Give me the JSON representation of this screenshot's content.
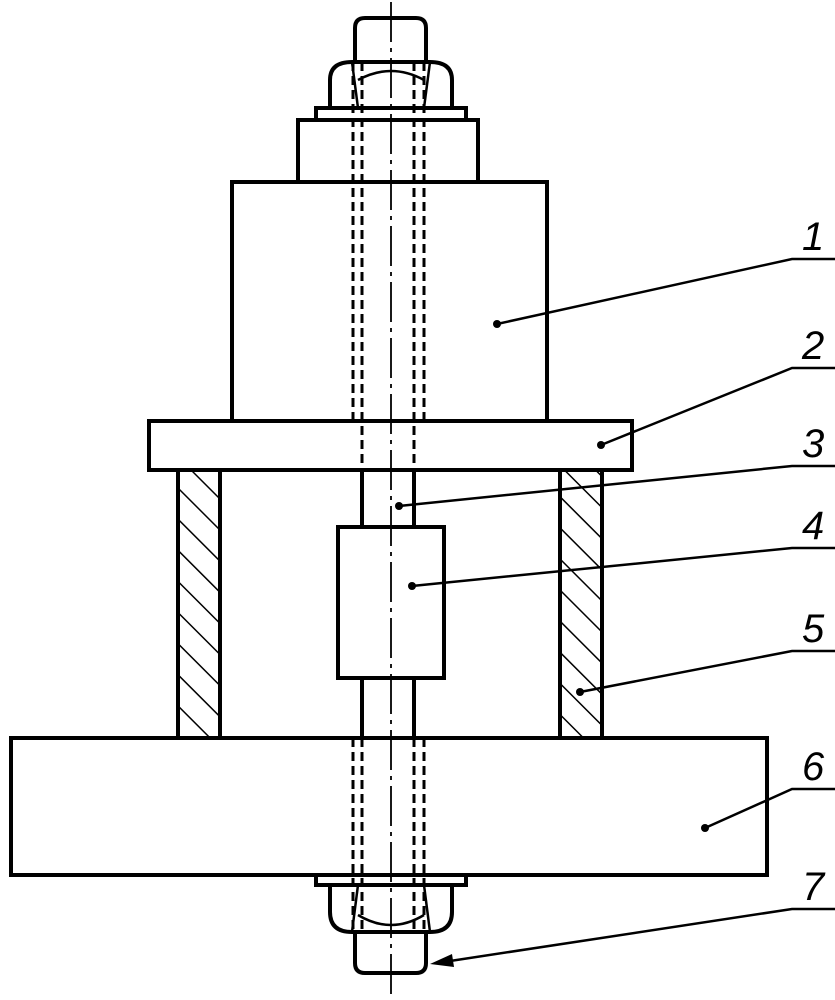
{
  "labels": {
    "l1": "1",
    "l2": "2",
    "l3": "3",
    "l4": "4",
    "l5": "5",
    "l6": "6",
    "l7": "7"
  },
  "colors": {
    "line": "#000000",
    "background": "#ffffff"
  }
}
